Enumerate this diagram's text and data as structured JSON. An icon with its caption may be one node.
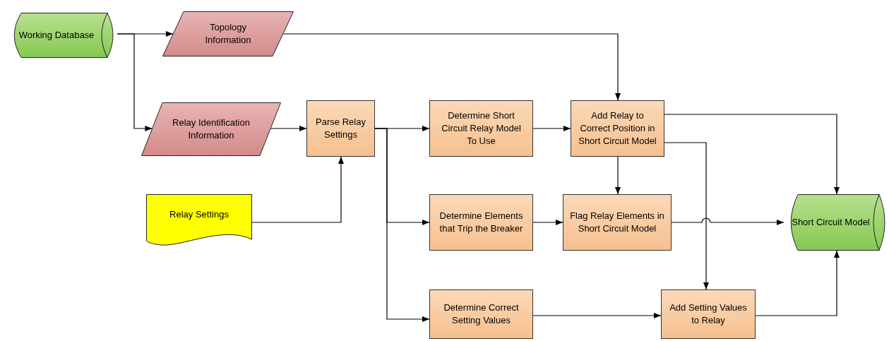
{
  "diagram": {
    "nodes": [
      {
        "text": [
          "Working Database"
        ]
      },
      {
        "text": [
          "Topology Information"
        ]
      },
      {
        "text": [
          "Relay Identification Information"
        ]
      },
      {
        "text": [
          "Parse Relay Settings"
        ]
      },
      {
        "text": [
          "Relay Settings"
        ]
      },
      {
        "text": [
          "Determine Short Circuit Relay Model To Use"
        ]
      },
      {
        "text": [
          "Add Relay to Correct Position in Short Circuit Model"
        ]
      },
      {
        "text": [
          "Determine Elements that Trip the Breaker"
        ]
      },
      {
        "text": [
          "Flag Relay Elements in Short Circuit Model"
        ]
      },
      {
        "text": [
          "Short Circuit Model"
        ]
      },
      {
        "text": [
          "Determine Correct Setting Values"
        ]
      },
      {
        "text": [
          "Add Setting Values to Relay"
        ]
      }
    ],
    "edges": [
      {
        "from": 0,
        "to": 1,
        "arrow": "to"
      },
      {
        "from": 0,
        "to": 2,
        "arrow": "to"
      },
      {
        "from": 1,
        "to": 6,
        "arrow": "to"
      },
      {
        "from": 2,
        "to": 3,
        "arrow": "to"
      },
      {
        "from": 4,
        "to": 3,
        "arrow": "to"
      },
      {
        "from": 3,
        "to": 5,
        "arrow": "to"
      },
      {
        "from": 3,
        "to": 7,
        "arrow": "to"
      },
      {
        "from": 3,
        "to": 10,
        "arrow": "to"
      },
      {
        "from": 5,
        "to": 6,
        "arrow": "to"
      },
      {
        "from": 6,
        "to": 8,
        "arrow": "to"
      },
      {
        "from": 6,
        "to": 9,
        "arrow": "to"
      },
      {
        "from": 6,
        "to": 11,
        "arrow": "to"
      },
      {
        "from": 7,
        "to": 8,
        "arrow": "to"
      },
      {
        "from": 8,
        "to": 9,
        "arrow": "to"
      },
      {
        "from": 10,
        "to": 11,
        "arrow": "to"
      },
      {
        "from": 11,
        "to": 9,
        "arrow": "to"
      }
    ]
  }
}
